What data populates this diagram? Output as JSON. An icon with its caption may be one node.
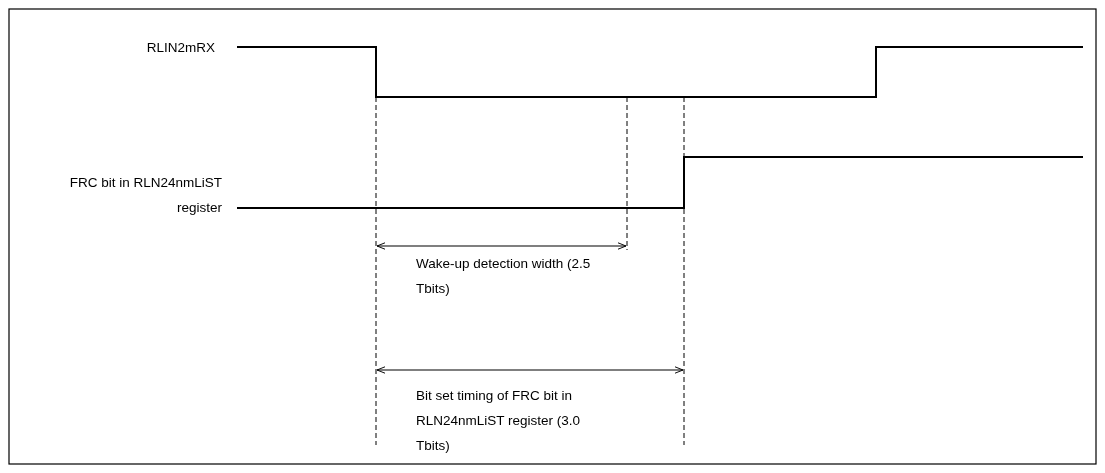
{
  "diagram": {
    "labels": [
      "RLIN2mRX",
      "FRC bit in RLN24nmLiST register",
      "Wake-up detection width (2.5 Tbits)",
      "Bit set timing of FRC bit in RLN24nmLiST register (3.0 Tbits)"
    ]
  }
}
